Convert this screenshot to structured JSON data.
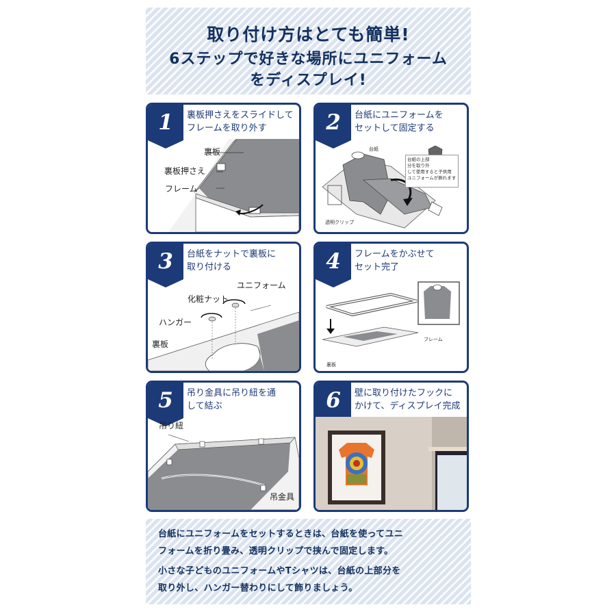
{
  "header": {
    "line1": "取り付け方はとても簡単!",
    "line2a": "6ステップで好きな場所にユニフォーム",
    "line2b": "をディスプレイ!"
  },
  "steps": [
    {
      "number": "1",
      "title_l1": "裏板押さえをスライドして",
      "title_l2": "フレームを取り外す",
      "labels": {
        "back_board": "裏板",
        "presser": "裏板押さえ",
        "frame": "フレーム"
      }
    },
    {
      "number": "2",
      "title_l1": "台紙にユニフォームを",
      "title_l2": "セットして固定する",
      "labels": {
        "mount": "台紙",
        "clip": "透明クリップ",
        "note_l1": "台紙の上部",
        "note_l2": "分を取り外",
        "note_l3": "して使用すると子供用",
        "note_l4": "ユニフォームが飾れます"
      }
    },
    {
      "number": "3",
      "title_l1": "台紙をナットで裏板に",
      "title_l2": "取り付ける",
      "labels": {
        "uniform": "ユニフォーム",
        "nut": "化粧ナット",
        "hanger": "ハンガー",
        "back_board": "裏板"
      }
    },
    {
      "number": "4",
      "title_l1": "フレームをかぶせて",
      "title_l2": "セット完了",
      "labels": {
        "frame": "フレーム",
        "back_board": "裏板"
      }
    },
    {
      "number": "5",
      "title_l1": "吊り金具に吊り紐を通",
      "title_l2": "して結ぶ",
      "labels": {
        "string": "吊り紐",
        "hook": "吊金具"
      }
    },
    {
      "number": "6",
      "title_l1": "壁に取り付けたフックに",
      "title_l2": "かけて、ディスプレイ完成"
    }
  ],
  "footer": {
    "p1_l1": "台紙にユニフォームをセットするときは、台紙を使ってユニ",
    "p1_l2": "フォームを折り畳み、透明クリップで挟んで固定します。",
    "p2_l1": "小さな子どものユニフォームやTシャツは、台紙の上部分を",
    "p2_l2": "取り外し、ハンガー替わりにして飾りましょう。"
  },
  "colors": {
    "navy": "#1c3a78",
    "title_navy": "#12305e",
    "stripe_bg": "#dbe3ef",
    "board_gray": "#8a8c90"
  },
  "icons": [
    "arrow-down-icon",
    "rotate-arrow-icon",
    "hook-icon"
  ]
}
